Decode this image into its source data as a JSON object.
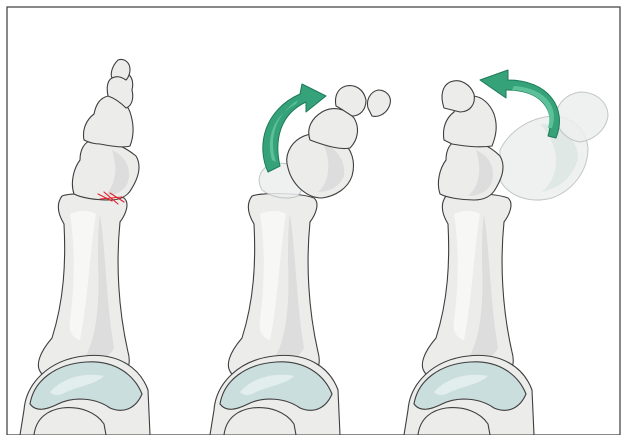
{
  "figure": {
    "panels": [
      {
        "state": "fracture",
        "fracture_color": "#e0202a"
      },
      {
        "state": "dorsal-rotation",
        "arrow_color": "#35a27a"
      },
      {
        "state": "reduction",
        "arrow_color": "#35a27a"
      }
    ],
    "colors": {
      "bone": "#ececeb",
      "cartilage": "#c9dedd",
      "outline": "#3e3e3e",
      "arrow": "#35a27a",
      "fracture": "#e0202a"
    },
    "icons": [
      "curved-arrow-icon",
      "curved-arrow-icon"
    ]
  }
}
